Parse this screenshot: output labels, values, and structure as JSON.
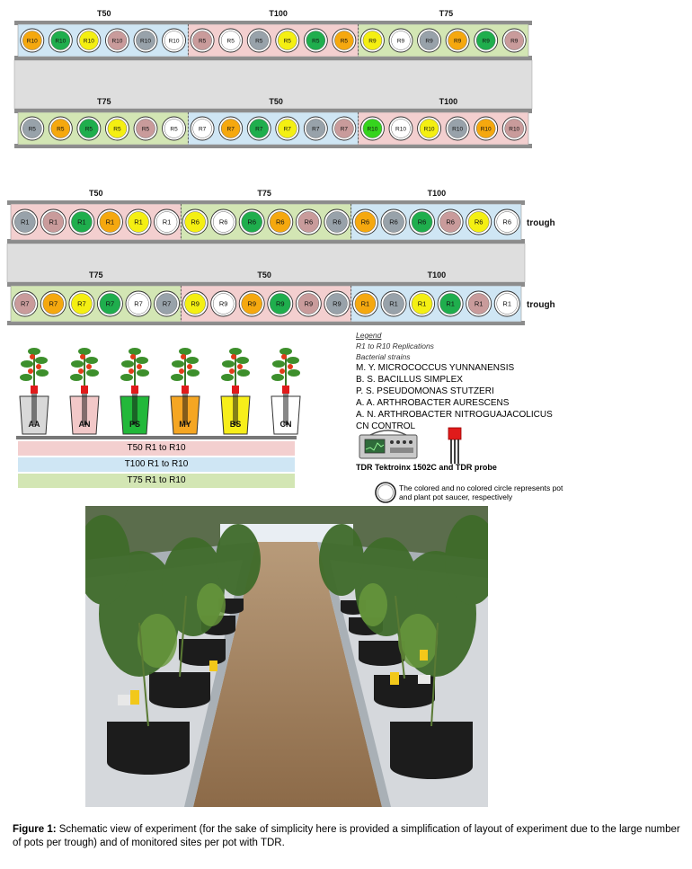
{
  "colors": {
    "pink": "#f3cfcf",
    "blue": "#cfe6f4",
    "green": "#d3e6b4",
    "rail": "#8c8c8c",
    "trough": "#dedede"
  },
  "diagram1": {
    "rows": [
      {
        "treatment_labels": [
          "T50",
          "T100",
          "T75"
        ],
        "sections": [
          {
            "bg": "blue",
            "pots": [
              [
                "R10",
                "orange"
              ],
              [
                "R10",
                "green"
              ],
              [
                "R10",
                "yellow"
              ],
              [
                "R10",
                "rose"
              ],
              [
                "R10",
                "gray"
              ],
              [
                "R10",
                "white"
              ]
            ]
          },
          {
            "bg": "pink",
            "pots": [
              [
                "R5",
                "rose"
              ],
              [
                "R5",
                "white"
              ],
              [
                "R5",
                "gray"
              ],
              [
                "R5",
                "yellow"
              ],
              [
                "R5",
                "green"
              ],
              [
                "R5",
                "orange"
              ]
            ]
          },
          {
            "bg": "green",
            "pots": [
              [
                "R9",
                "yellow"
              ],
              [
                "R9",
                "white"
              ],
              [
                "R9",
                "gray"
              ],
              [
                "R9",
                "orange"
              ],
              [
                "R9",
                "green"
              ],
              [
                "R9",
                "rose"
              ]
            ]
          }
        ]
      },
      {
        "treatment_labels": [
          "T75",
          "T50",
          "T100"
        ],
        "sections": [
          {
            "bg": "green",
            "pots": [
              [
                "R5",
                "gray"
              ],
              [
                "R5",
                "orange"
              ],
              [
                "R5",
                "green"
              ],
              [
                "R5",
                "yellow"
              ],
              [
                "R5",
                "rose"
              ],
              [
                "R5",
                "white"
              ]
            ]
          },
          {
            "bg": "blue",
            "pots": [
              [
                "R7",
                "white"
              ],
              [
                "R7",
                "orange"
              ],
              [
                "R7",
                "green"
              ],
              [
                "R7",
                "yellow"
              ],
              [
                "R7",
                "gray"
              ],
              [
                "R7",
                "rose"
              ]
            ]
          },
          {
            "bg": "pink",
            "pots": [
              [
                "R10",
                "brightgreen"
              ],
              [
                "R10",
                "white"
              ],
              [
                "R10",
                "yellow"
              ],
              [
                "R10",
                "gray"
              ],
              [
                "R10",
                "orange"
              ],
              [
                "R10",
                "rose"
              ]
            ]
          }
        ]
      }
    ]
  },
  "diagram2": {
    "trough_label": "trough",
    "rows": [
      {
        "treatment_labels": [
          "T50",
          "T75",
          "T100"
        ],
        "sections": [
          {
            "bg": "pink",
            "pots": [
              [
                "R1",
                "gray"
              ],
              [
                "R1",
                "rose"
              ],
              [
                "R1",
                "green"
              ],
              [
                "R1",
                "orange"
              ],
              [
                "R1",
                "yellow"
              ],
              [
                "R1",
                "white"
              ]
            ]
          },
          {
            "bg": "green",
            "pots": [
              [
                "R6",
                "yellow"
              ],
              [
                "R6",
                "white"
              ],
              [
                "R6",
                "green"
              ],
              [
                "R6",
                "orange"
              ],
              [
                "R6",
                "rose"
              ],
              [
                "R6",
                "gray"
              ]
            ]
          },
          {
            "bg": "blue",
            "pots": [
              [
                "R6",
                "orange"
              ],
              [
                "R6",
                "gray"
              ],
              [
                "R6",
                "green"
              ],
              [
                "R6",
                "rose"
              ],
              [
                "R6",
                "yellow"
              ],
              [
                "R6",
                "white"
              ]
            ]
          }
        ]
      },
      {
        "treatment_labels": [
          "T75",
          "T50",
          "T100"
        ],
        "sections": [
          {
            "bg": "green",
            "pots": [
              [
                "R7",
                "rose"
              ],
              [
                "R7",
                "orange"
              ],
              [
                "R7",
                "yellow"
              ],
              [
                "R7",
                "green"
              ],
              [
                "R7",
                "white"
              ],
              [
                "R7",
                "gray"
              ]
            ]
          },
          {
            "bg": "pink",
            "pots": [
              [
                "R9",
                "yellow"
              ],
              [
                "R9",
                "white"
              ],
              [
                "R9",
                "orange"
              ],
              [
                "R9",
                "green"
              ],
              [
                "R9",
                "rose"
              ],
              [
                "R9",
                "gray"
              ]
            ]
          },
          {
            "bg": "blue",
            "pots": [
              [
                "R1",
                "orange"
              ],
              [
                "R1",
                "gray"
              ],
              [
                "R1",
                "yellow"
              ],
              [
                "R1",
                "green"
              ],
              [
                "R1",
                "rose"
              ],
              [
                "R1",
                "white"
              ]
            ]
          }
        ]
      }
    ]
  },
  "pots": [
    {
      "code": "AA",
      "fill": "#d8d8d8"
    },
    {
      "code": "AN",
      "fill": "#f2c8c8"
    },
    {
      "code": "PS",
      "fill": "#22b83a"
    },
    {
      "code": "MY",
      "fill": "#f5a623"
    },
    {
      "code": "BS",
      "fill": "#f7ee1a"
    },
    {
      "code": "CN",
      "fill": "#ffffff"
    }
  ],
  "bands": [
    {
      "label": "T50  R1 to R10",
      "color": "#f3cfcf"
    },
    {
      "label": "T100  R1 to R10",
      "color": "#cfe6f4"
    },
    {
      "label": "T75  R1 to R10",
      "color": "#d3e6b4"
    }
  ],
  "legend": {
    "heading": "Legend",
    "replications": "R1 to R10   Replications",
    "strains_heading": "Bacterial strains",
    "strains": [
      "M. Y.  MICROCOCCUS YUNNANENSIS",
      "B. S.  BACILLUS SIMPLEX",
      "P. S.  PSEUDOMONAS STUTZERI",
      "A. A.  ARTHROBACTER AURESCENS",
      "A. N.  ARTHROBACTER NITROGUAJACOLICUS",
      "CN    CONTROL"
    ],
    "tdr_label": "TDR Tektroinx 1502C and TDR probe",
    "circle_note": "The colored and no colored circle represents pot and plant pot saucer, respectively"
  },
  "caption": {
    "label": "Figure 1:",
    "text": " Schematic view of experiment (for the sake of simplicity here is provided a simplification of  layout of experiment due to the large number of pots per trough) and of monitored sites per pot with TDR."
  }
}
